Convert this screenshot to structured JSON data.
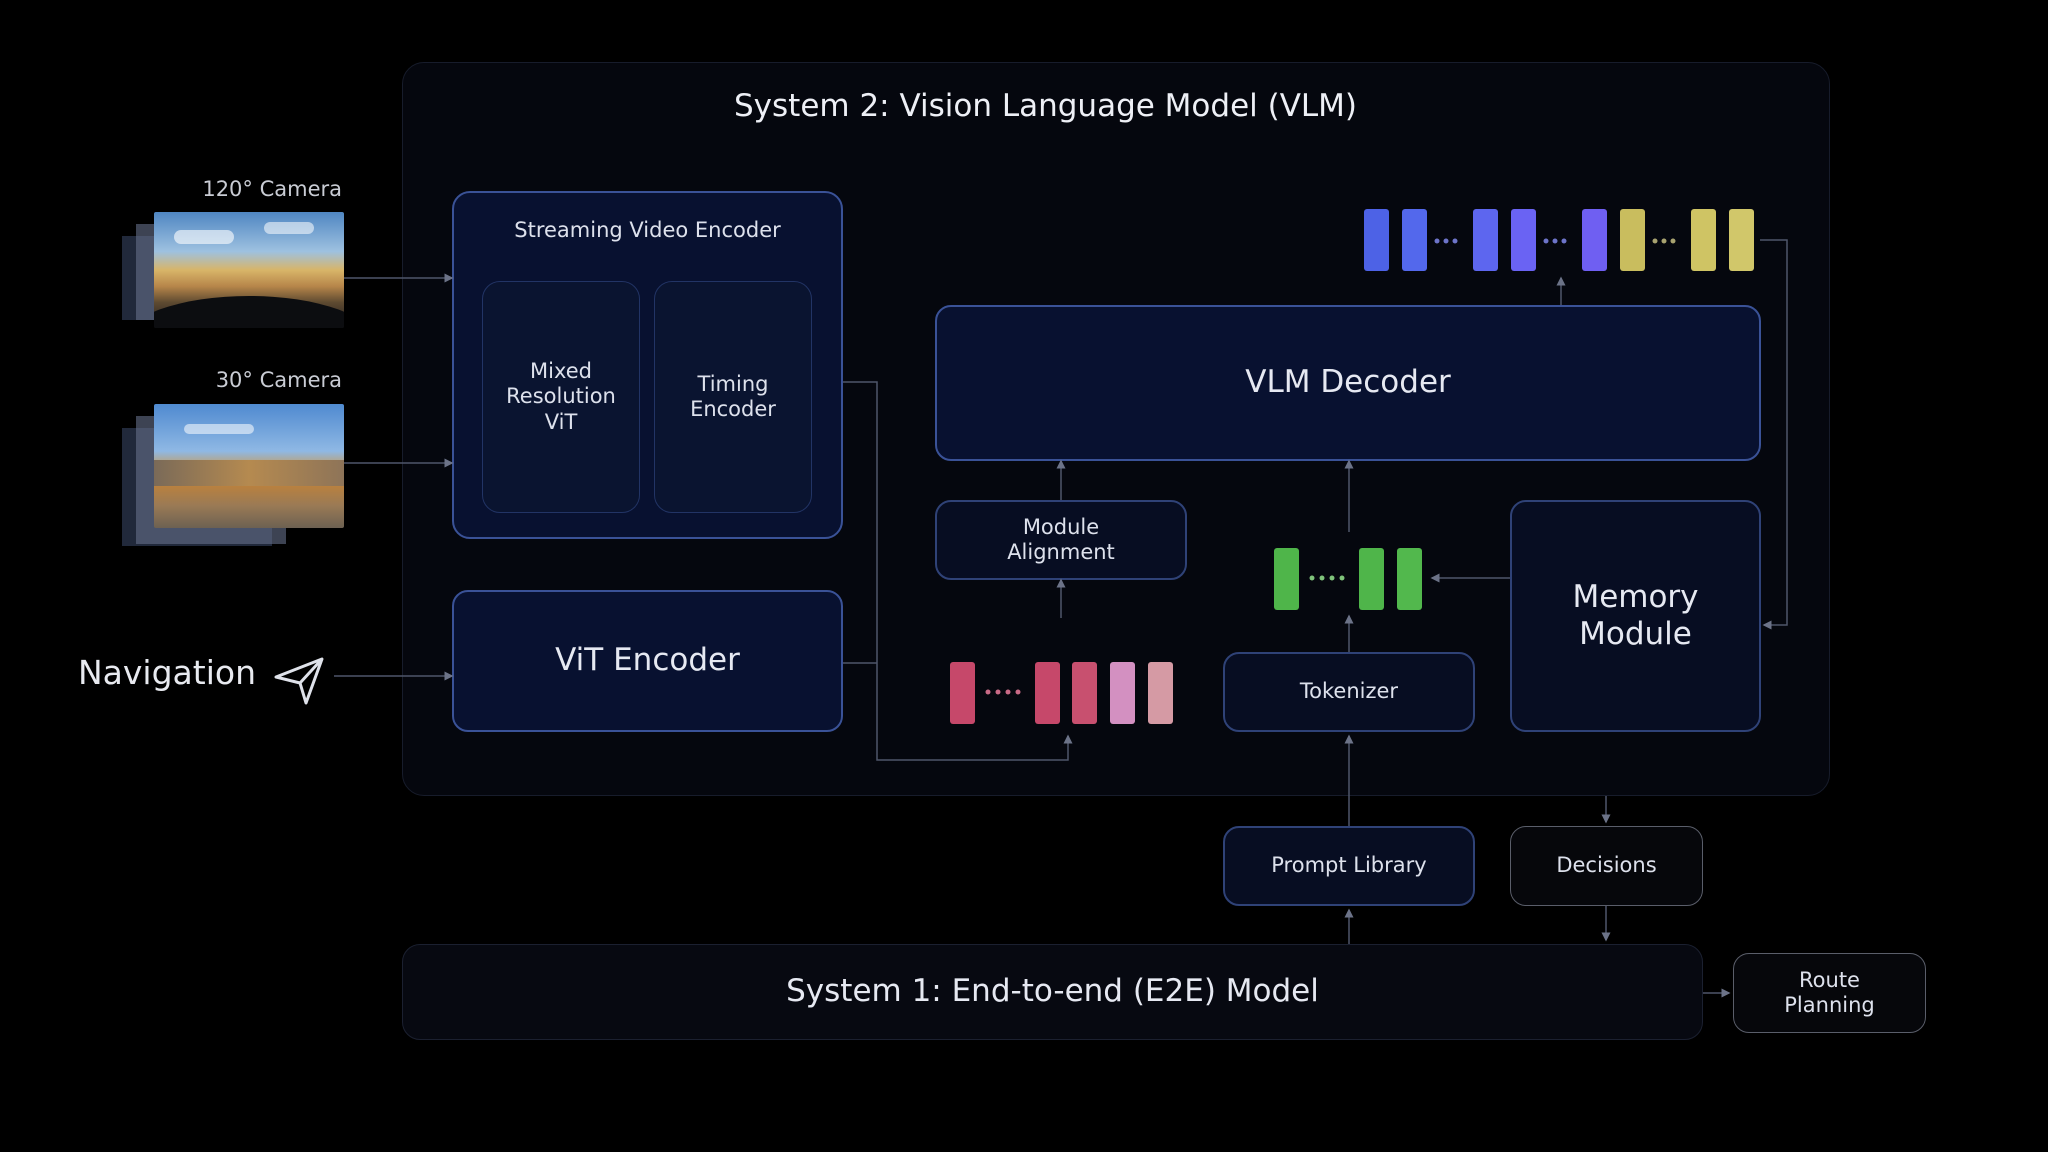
{
  "system2": {
    "title": "System 2: Vision Language Model (VLM)"
  },
  "cameras": {
    "wide": "120° Camera",
    "narrow": "30° Camera"
  },
  "navigation": {
    "label": "Navigation",
    "icon": "navigation-arrow-icon"
  },
  "streaming_encoder": {
    "title": "Streaming Video Encoder",
    "mixed_resolution": "Mixed Resolution ViT",
    "timing_encoder": "Timing Encoder"
  },
  "vit_encoder": "ViT Encoder",
  "vlm_decoder": "VLM Decoder",
  "module_alignment": "Module Alignment",
  "tokenizer": "Tokenizer",
  "memory_module": "Memory Module",
  "prompt_library": "Prompt Library",
  "decisions": "Decisions",
  "system1": {
    "title": "System 1: End-to-end (E2E) Model"
  },
  "route_planning": "Route Planning",
  "colors": {
    "background": "#000000",
    "box_border": "#2f4277",
    "token_blue": "#4d62e6",
    "token_violet": "#6a63f3",
    "token_yellow": "#c9bd5e",
    "token_green": "#4fb54a",
    "token_pink": "#c6486a",
    "token_light_pink": "#d390c1"
  }
}
